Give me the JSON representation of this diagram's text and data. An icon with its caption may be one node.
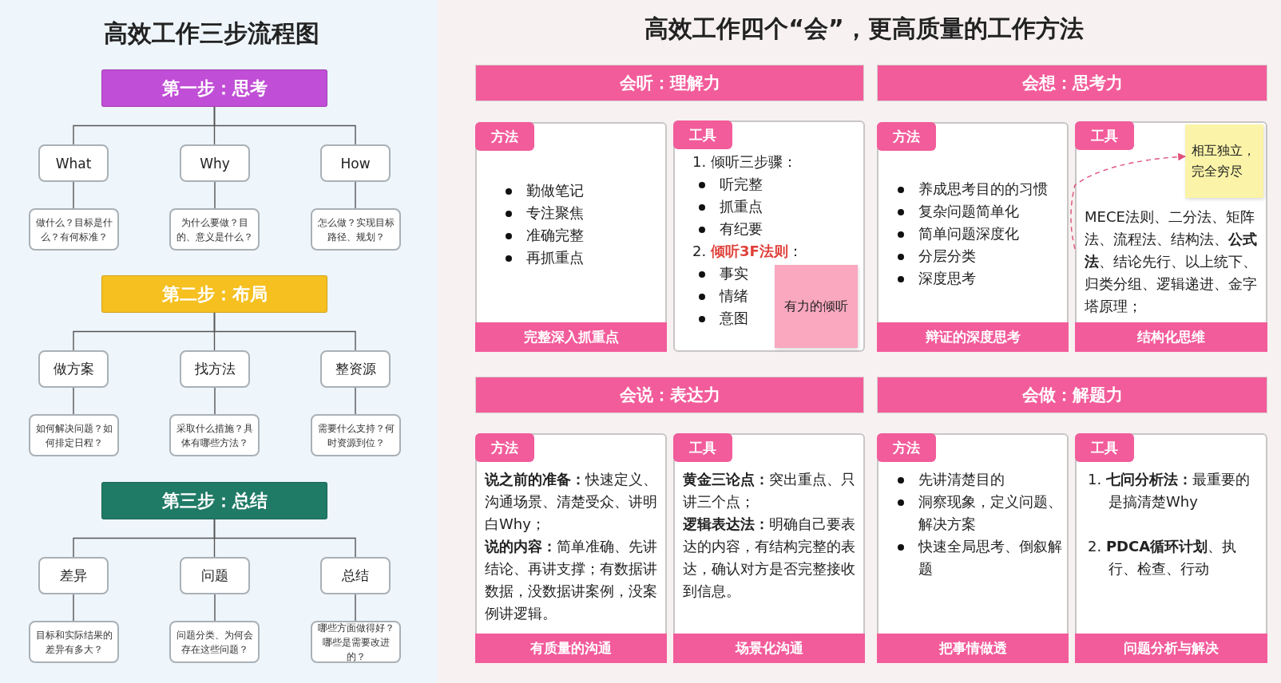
{
  "diagram": {
    "nodes": [
      {
        "text": [
          "第一步：思考"
        ]
      },
      {
        "text": [
          "What"
        ]
      },
      {
        "text": [
          "Why"
        ]
      },
      {
        "text": [
          "How"
        ]
      },
      {
        "text": [
          "做什么？目标是什么？有何标准？"
        ]
      },
      {
        "text": [
          "为什么要做？目的、意义是什么？"
        ]
      },
      {
        "text": [
          "怎么做？实现目标路径、规划？"
        ]
      },
      {
        "text": [
          "第二步：布局"
        ]
      },
      {
        "text": [
          "做方案"
        ]
      },
      {
        "text": [
          "找方法"
        ]
      },
      {
        "text": [
          "整资源"
        ]
      },
      {
        "text": [
          "如何解决问题？如何排定日程？"
        ]
      },
      {
        "text": [
          "采取什么措施？具体有哪些方法？"
        ]
      },
      {
        "text": [
          "需要什么支持？何时资源到位？"
        ]
      },
      {
        "text": [
          "第三步：总结"
        ]
      },
      {
        "text": [
          "差异"
        ]
      },
      {
        "text": [
          "问题"
        ]
      },
      {
        "text": [
          "总结"
        ]
      },
      {
        "text": [
          "目标和实际结果的差异有多大？"
        ]
      },
      {
        "text": [
          "问题分类、为何会存在这些问题？"
        ]
      },
      {
        "text": [
          "哪些方面做得好？哪些是需要改进的？"
        ]
      },
      {
        "text": [
          "会听：理解力"
        ]
      },
      {
        "text": [
          "方法",
          "勤做笔记",
          "专注聚焦",
          "准确完整",
          "再抓重点",
          "完整深入抓重点"
        ]
      },
      {
        "text": [
          "工具",
          "1. 倾听三步骤：",
          "听完整",
          "抓重点",
          "有纪要",
          "2. **倾听3F法则**：",
          "事实",
          "情绪",
          "意图"
        ]
      },
      {
        "text": [
          "有力的倾听"
        ],
        "in": 23
      },
      {
        "text": [
          "会想：思考力"
        ]
      },
      {
        "text": [
          "方法",
          "养成思考目的的习惯",
          "复杂问题简单化",
          "简单问题深度化",
          "分层分类",
          "深度思考",
          "辩证的深度思考"
        ]
      },
      {
        "text": [
          "工具",
          "MECE法则、二分法、矩阵法、流程法、结构法、**公式法**、结论先行、以上统下、归类分组、逻辑递进、金字塔原理；",
          "结构化思维"
        ]
      },
      {
        "text": [
          "相互独立，完全穷尽"
        ],
        "in": 27
      },
      {
        "text": [
          "会说：表达力"
        ]
      },
      {
        "text": [
          "方法",
          "**说之前的准备：**快速定义、沟通场景、清楚受众、讲明白Why；",
          "**说的内容：**简单准确、先讲结论、再讲支撑；有数据讲数据，没数据讲案例，没案例讲逻辑。",
          "有质量的沟通"
        ]
      },
      {
        "text": [
          "工具",
          "**黄金三论点：**突出重点、只讲三个点；",
          "**逻辑表达法：**明确自己要表达的内容，有结构完整的表达，确认对方是否完整接收到信息。",
          "场景化沟通"
        ]
      },
      {
        "text": [
          "会做：解题力"
        ]
      },
      {
        "text": [
          "方法",
          "先讲清楚目的",
          "洞察现象，定义问题、解决方案",
          "快速全局思考、倒叙解题",
          "把事情做透"
        ]
      },
      {
        "text": [
          "工具",
          "1. **七问分析法：**最重要的是搞清楚Why",
          "2. **PDCA循环计划**、执行、检查、行动",
          "问题分析与解决"
        ]
      }
    ],
    "edges": [
      {
        "from": 0,
        "to": 1,
        "arrow": "none"
      },
      {
        "from": 0,
        "to": 2,
        "arrow": "none"
      },
      {
        "from": 0,
        "to": 3,
        "arrow": "none"
      },
      {
        "from": 1,
        "to": 4,
        "arrow": "none"
      },
      {
        "from": 2,
        "to": 5,
        "arrow": "none"
      },
      {
        "from": 3,
        "to": 6,
        "arrow": "none"
      },
      {
        "from": 7,
        "to": 8,
        "arrow": "none"
      },
      {
        "from": 7,
        "to": 9,
        "arrow": "none"
      },
      {
        "from": 7,
        "to": 10,
        "arrow": "none"
      },
      {
        "from": 8,
        "to": 11,
        "arrow": "none"
      },
      {
        "from": 9,
        "to": 12,
        "arrow": "none"
      },
      {
        "from": 10,
        "to": 13,
        "arrow": "none"
      },
      {
        "from": 14,
        "to": 15,
        "arrow": "none"
      },
      {
        "from": 14,
        "to": 16,
        "arrow": "none"
      },
      {
        "from": 14,
        "to": 17,
        "arrow": "none"
      },
      {
        "from": 15,
        "to": 18,
        "arrow": "none"
      },
      {
        "from": 16,
        "to": 19,
        "arrow": "none"
      },
      {
        "from": 17,
        "to": 20,
        "arrow": "none"
      },
      {
        "from": 27,
        "to": 28,
        "arrow": "to",
        "style": "dashed",
        "color": "#e0507a"
      }
    ],
    "labels": [
      "高效工作三步流程图",
      "高效工作四个“会”，更高质量的工作方法"
    ]
  }
}
